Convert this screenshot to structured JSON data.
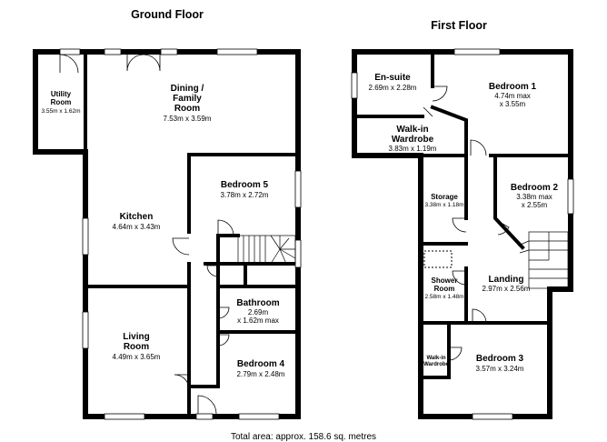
{
  "ground_floor": {
    "title": "Ground Floor",
    "rooms": {
      "utility": {
        "name_lines": [
          "Utility",
          "Room"
        ],
        "dim": "3.55m x 1.62m"
      },
      "dining": {
        "name_lines": [
          "Dining /",
          "Family",
          "Room"
        ],
        "dim": "7.53m x 3.59m"
      },
      "bedroom5": {
        "name_lines": [
          "Bedroom 5"
        ],
        "dim": "3.78m x 2.72m"
      },
      "kitchen": {
        "name_lines": [
          "Kitchen"
        ],
        "dim": "4.64m x 3.43m"
      },
      "bathroom": {
        "name_lines": [
          "Bathroom"
        ],
        "dim_lines": [
          "2.69m",
          "x 1.62m max"
        ]
      },
      "living": {
        "name_lines": [
          "Living",
          "Room"
        ],
        "dim": "4.49m x 3.65m"
      },
      "bedroom4": {
        "name_lines": [
          "Bedroom 4"
        ],
        "dim": "2.79m x 2.48m"
      }
    }
  },
  "first_floor": {
    "title": "First Floor",
    "rooms": {
      "ensuite": {
        "name_lines": [
          "En-suite"
        ],
        "dim": "2.69m x 2.28m"
      },
      "bedroom1": {
        "name_lines": [
          "Bedroom 1"
        ],
        "dim_lines": [
          "4.74m max",
          "x 3.55m"
        ]
      },
      "walkin1": {
        "name_lines": [
          "Walk-in",
          "Wardrobe"
        ],
        "dim": "3.83m x 1.19m"
      },
      "bedroom2": {
        "name_lines": [
          "Bedroom 2"
        ],
        "dim_lines": [
          "3.38m max",
          "x 2.55m"
        ]
      },
      "storage": {
        "name_lines": [
          "Storage"
        ],
        "dim": "3.38m x 1.18m"
      },
      "shower": {
        "name_lines": [
          "Shower",
          "Room"
        ],
        "dim": "2.58m x 1.48m"
      },
      "landing": {
        "name_lines": [
          "Landing"
        ],
        "dim": "2.97m x 2.56m"
      },
      "walkin2": {
        "name_lines": [
          "Walk-in",
          "Wardrobe"
        ]
      },
      "bedroom3": {
        "name_lines": [
          "Bedroom 3"
        ],
        "dim": "3.57m x 3.24m"
      }
    }
  },
  "total_area": "Total area: approx. 158.6 sq. metres",
  "colors": {
    "wall": "#000000",
    "background": "#ffffff"
  }
}
